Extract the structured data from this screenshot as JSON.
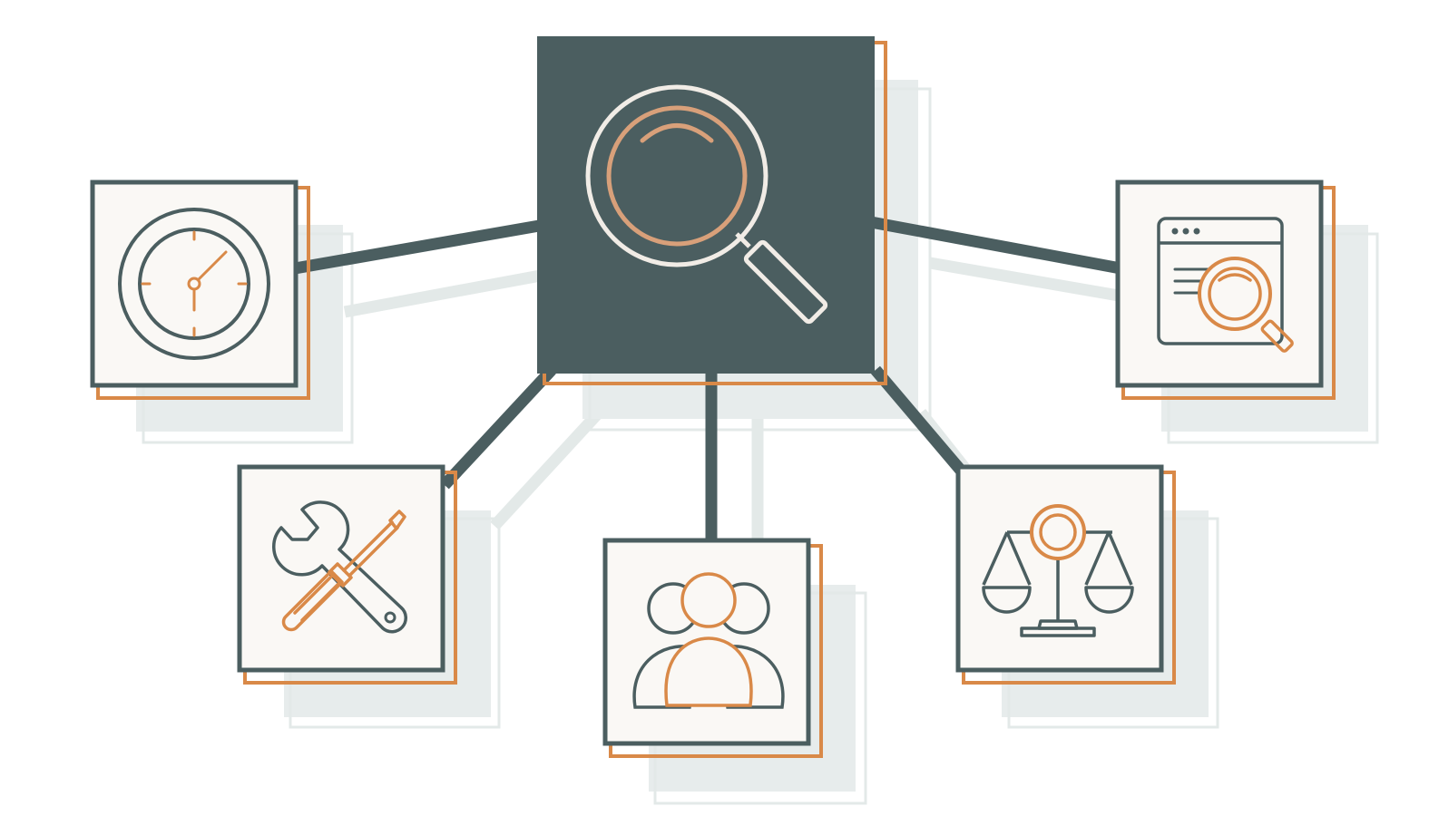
{
  "diagram": {
    "type": "hub-and-spoke",
    "hub": {
      "icon": "magnifying-glass-icon"
    },
    "nodes": [
      {
        "id": "time",
        "icon": "clock-icon"
      },
      {
        "id": "tools",
        "icon": "wrench-screwdriver-icon"
      },
      {
        "id": "people",
        "icon": "people-group-icon"
      },
      {
        "id": "justice",
        "icon": "balance-scale-icon"
      },
      {
        "id": "web-search",
        "icon": "browser-search-icon"
      }
    ]
  },
  "colors": {
    "dark": "#4b5e60",
    "accent": "#d98948",
    "shadow": "#e3e9e8",
    "tile": "#faf8f5",
    "hub_ring": "#f1ece6"
  }
}
